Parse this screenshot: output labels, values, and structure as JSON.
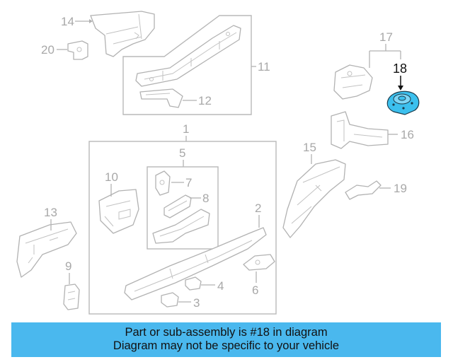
{
  "callouts": {
    "c1": "1",
    "c2": "2",
    "c3": "3",
    "c4": "4",
    "c5": "5",
    "c6": "6",
    "c7": "7",
    "c8": "8",
    "c9": "9",
    "c10": "10",
    "c11": "11",
    "c12": "12",
    "c13": "13",
    "c14": "14",
    "c15": "15",
    "c16": "16",
    "c17": "17",
    "c18": "18",
    "c19": "19",
    "c20": "20"
  },
  "highlight": {
    "part_number": "18",
    "color": "#4ab8ee"
  },
  "colors": {
    "line": "#b2b2b2",
    "banner": "#4ab8ee",
    "highlight_part": "#3cc0ee"
  },
  "banner": {
    "line1": "Part or sub-assembly is #18 in diagram",
    "line2": "Diagram may not be specific to your vehicle"
  }
}
